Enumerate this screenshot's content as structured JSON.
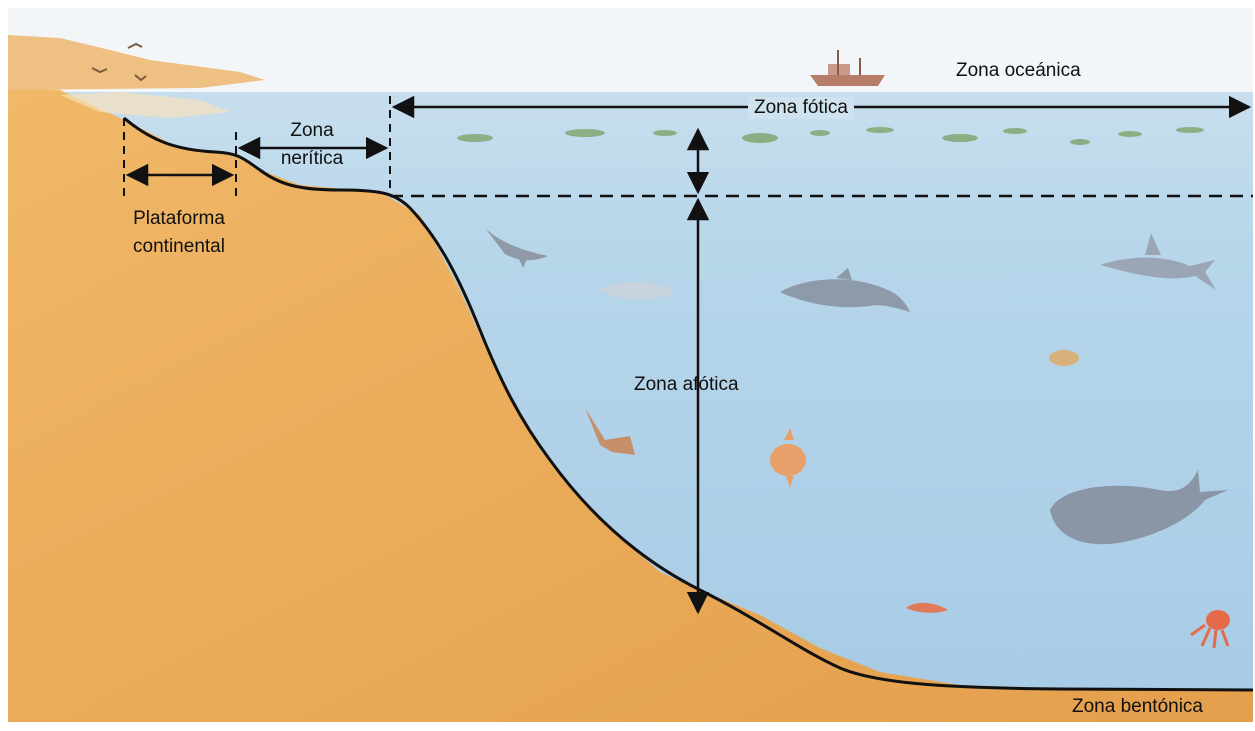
{
  "labels": {
    "oceanic_zone": "Zona oceánica",
    "photic_zone": "Zona fótica",
    "neritic_zone_line1": "Zona",
    "neritic_zone_line2": "nerítica",
    "shelf_line1": "Plataforma",
    "shelf_line2": "continental",
    "aphotic_zone": "Zona afótica",
    "benthic_zone": "Zona bentónica"
  },
  "colors": {
    "sky": "#f4f7f9",
    "water_surface": "#b9d6e8",
    "water_deep": "#a9cde6",
    "sand": "#e8aa58",
    "sand_light": "#f2c98a",
    "line": "#111111"
  }
}
